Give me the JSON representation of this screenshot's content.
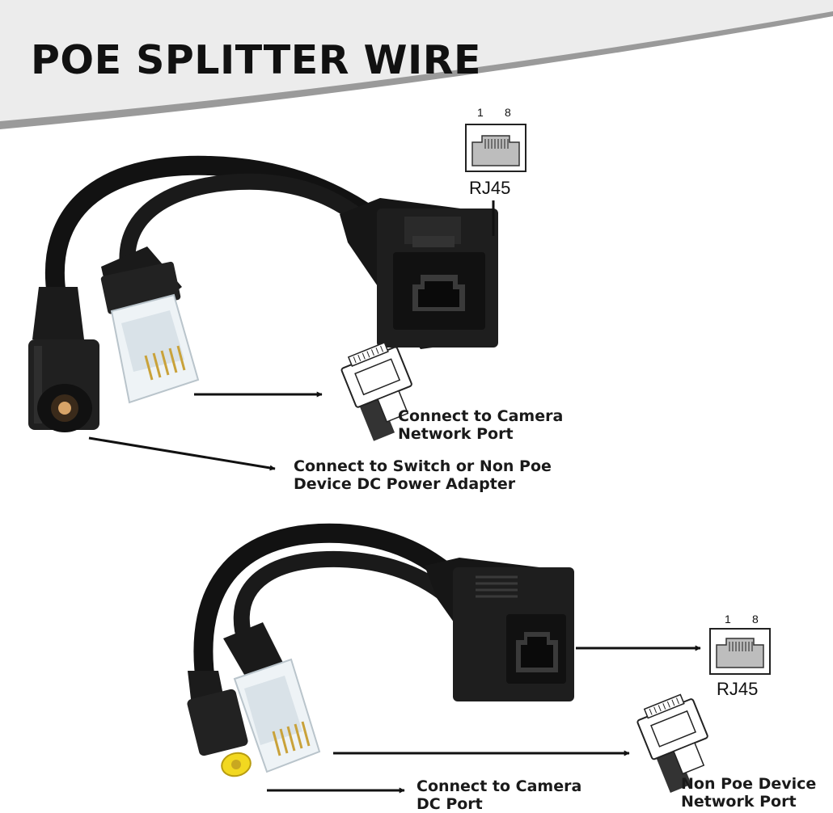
{
  "title": "POE SPLITTER WIRE",
  "top": {
    "rj45": {
      "pin_left": "1",
      "pin_right": "8",
      "label": "RJ45"
    },
    "camera_network": {
      "line1": "Connect to Camera",
      "line2": "Network Port"
    },
    "switch_power": {
      "line1": "Connect to Switch or Non Poe",
      "line2": "Device DC Power Adapter"
    }
  },
  "bottom": {
    "rj45": {
      "pin_left": "1",
      "pin_right": "8",
      "label": "RJ45"
    },
    "camera_dc": {
      "line1": "Connect to Camera",
      "line2": "DC Port"
    },
    "non_poe": {
      "line1": "Non Poe Device",
      "line2": "Network Port"
    }
  },
  "colors": {
    "banner": "#ececec",
    "banner_shadow": "#9a9a9a",
    "cable": "#121212",
    "connector": "#1c1c1c",
    "arrow": "#111111",
    "dc_tip": "#f2d820",
    "gold_pin": "#c9a23a"
  }
}
